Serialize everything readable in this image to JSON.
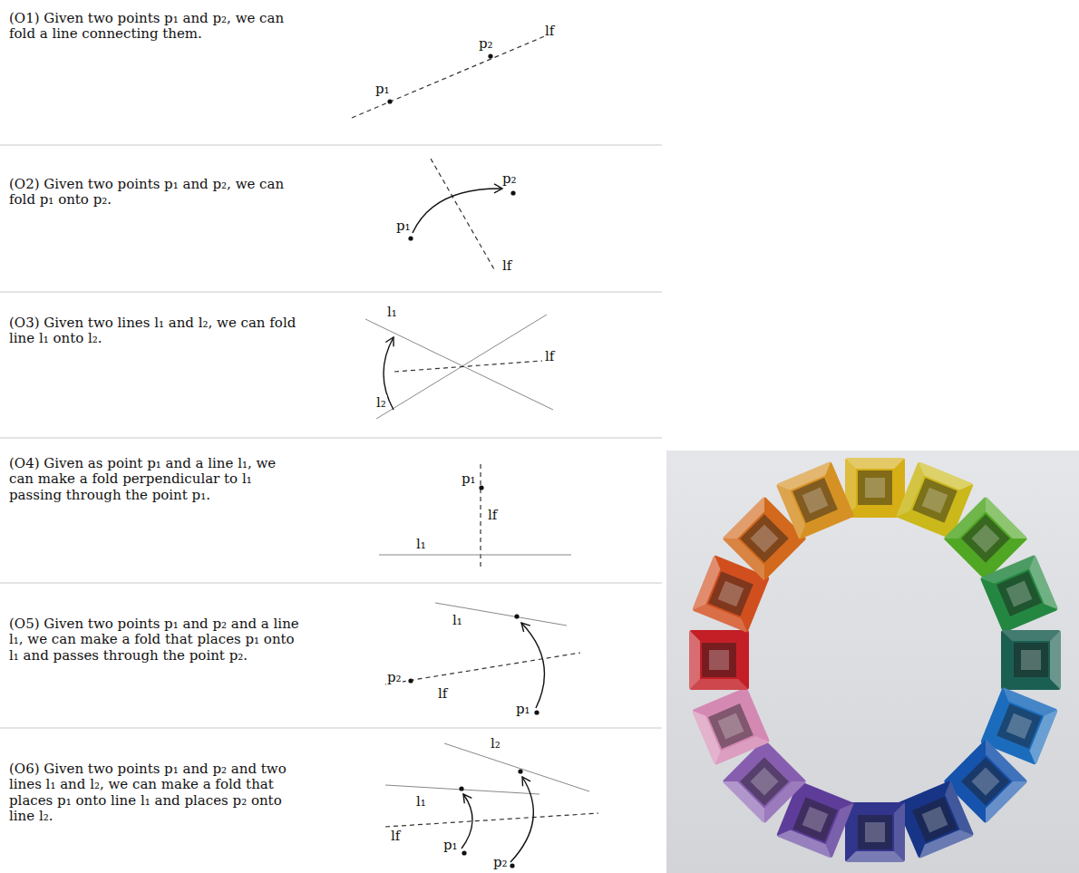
{
  "diagram": {
    "labels": [
      "(O1) Given two points p₁ and p₂, we can fold a line connecting them.",
      "p₂",
      "lf",
      "p₁",
      "(O2) Given two points p₁ and p₂, we can fold p₁ onto p₂.",
      "p₂",
      "p₁",
      "lf",
      "(O3) Given two lines l₁ and l₂, we can fold line l₁ onto l₂.",
      "l₁",
      "lf",
      "l₂",
      "(O4) Given as point p₁ and a line l₁, we can make a fold perpendicular to l₁ passing through the point p₁.",
      "p₁",
      "lf",
      "l₁",
      "(O5) Given two points p₁ and p₂ and a line l₁, we can make a fold that places p₁ onto l₁ and passes through the point p₂.",
      "l₁",
      "p₂",
      "lf",
      "p₁",
      "(O6) Given two points p₁ and p₂ and two lines l₁ and l₂, we can make a fold that places p₁ onto line l₁ and places p₂ onto line l₂.",
      "l₂",
      "l₁",
      "lf",
      "p₁",
      "p₂"
    ]
  }
}
